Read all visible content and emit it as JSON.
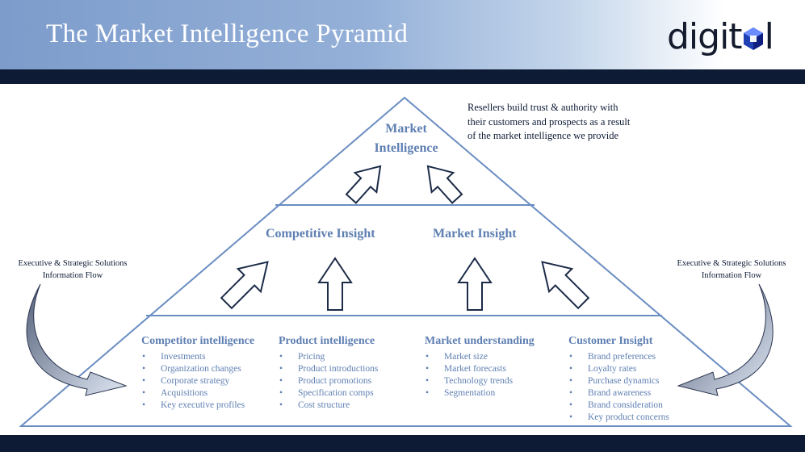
{
  "header": {
    "title": "The Market Intelligence Pyramid",
    "logo": {
      "prefix": "digit",
      "suffix": "l",
      "mark_icon": "hexagon-cube-icon"
    }
  },
  "pyramid": {
    "apex": {
      "line1": "Market",
      "line2": "Intelligence"
    },
    "middle": {
      "left_label": "Competitive Insight",
      "right_label": "Market Insight"
    },
    "note": {
      "line1": "Resellers build trust & authority with",
      "line2": "their customers and prospects as a result",
      "line3": "of the market intelligence we provide"
    },
    "side_label": {
      "line1": "Executive & Strategic Solutions",
      "line2": "Information Flow"
    },
    "base": {
      "columns": [
        {
          "title": "Competitor intelligence",
          "items": [
            "Investments",
            "Organization changes",
            "Corporate strategy",
            "Acquisitions",
            "Key executive profiles"
          ]
        },
        {
          "title": "Product intelligence",
          "items": [
            "Pricing",
            "Product introductions",
            "Product promotions",
            "Specification comps",
            "Cost structure"
          ]
        },
        {
          "title": "Market understanding",
          "items": [
            "Market size",
            "Market forecasts",
            "Technology trends",
            "Segmentation"
          ]
        },
        {
          "title": "Customer Insight",
          "items": [
            "Brand preferences",
            "Loyalty rates",
            "Purchase dynamics",
            "Brand awareness",
            "Brand consideration",
            "Key product concerns"
          ]
        }
      ]
    }
  },
  "colors": {
    "navy": "#0d1b34",
    "accent": "#5e7fb2",
    "header_blue": "#7d9ccb"
  }
}
